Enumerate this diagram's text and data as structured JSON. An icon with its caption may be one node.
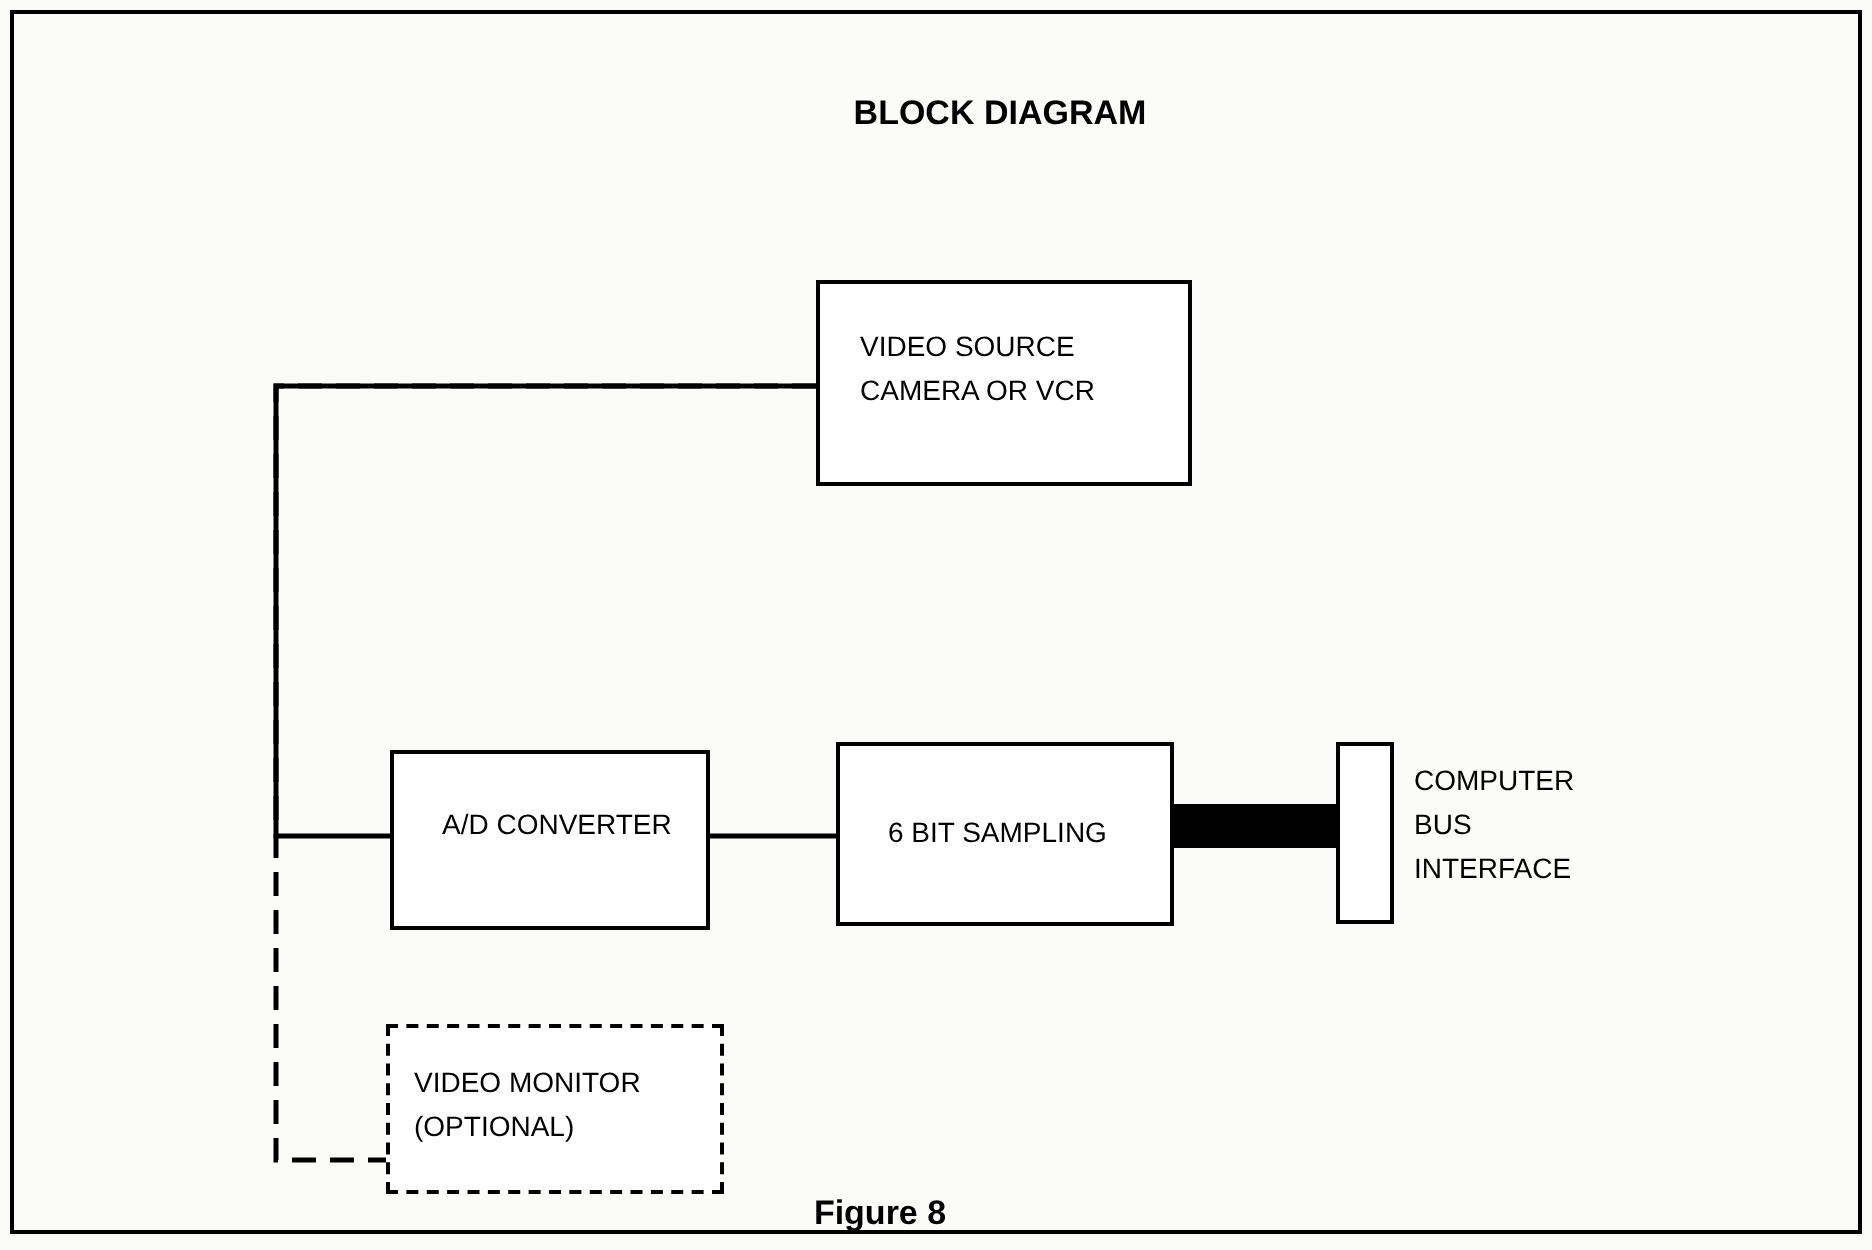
{
  "diagram": {
    "title": "BLOCK DIAGRAM",
    "caption": "Figure 8",
    "nodes": [
      {
        "text": [
          "VIDEO SOURCE CAMERA OR VCR"
        ]
      },
      {
        "text": [
          "A/D CONVERTER"
        ]
      },
      {
        "text": [
          "6 BIT SAMPLING"
        ]
      },
      {
        "text": [],
        "shape": "bar",
        "beside": [
          "COMPUTER BUS INTERFACE"
        ]
      },
      {
        "text": [
          "VIDEO MONITOR (OPTIONAL)"
        ]
      }
    ],
    "edges": [
      {
        "from": 0,
        "to": 1,
        "arrow": "none"
      },
      {
        "from": 1,
        "to": 2,
        "arrow": "none"
      },
      {
        "from": 2,
        "to": 3,
        "arrow": "none",
        "style": "thick"
      },
      {
        "from": 0,
        "to": 4,
        "arrow": "none",
        "style": "dashed"
      }
    ]
  }
}
